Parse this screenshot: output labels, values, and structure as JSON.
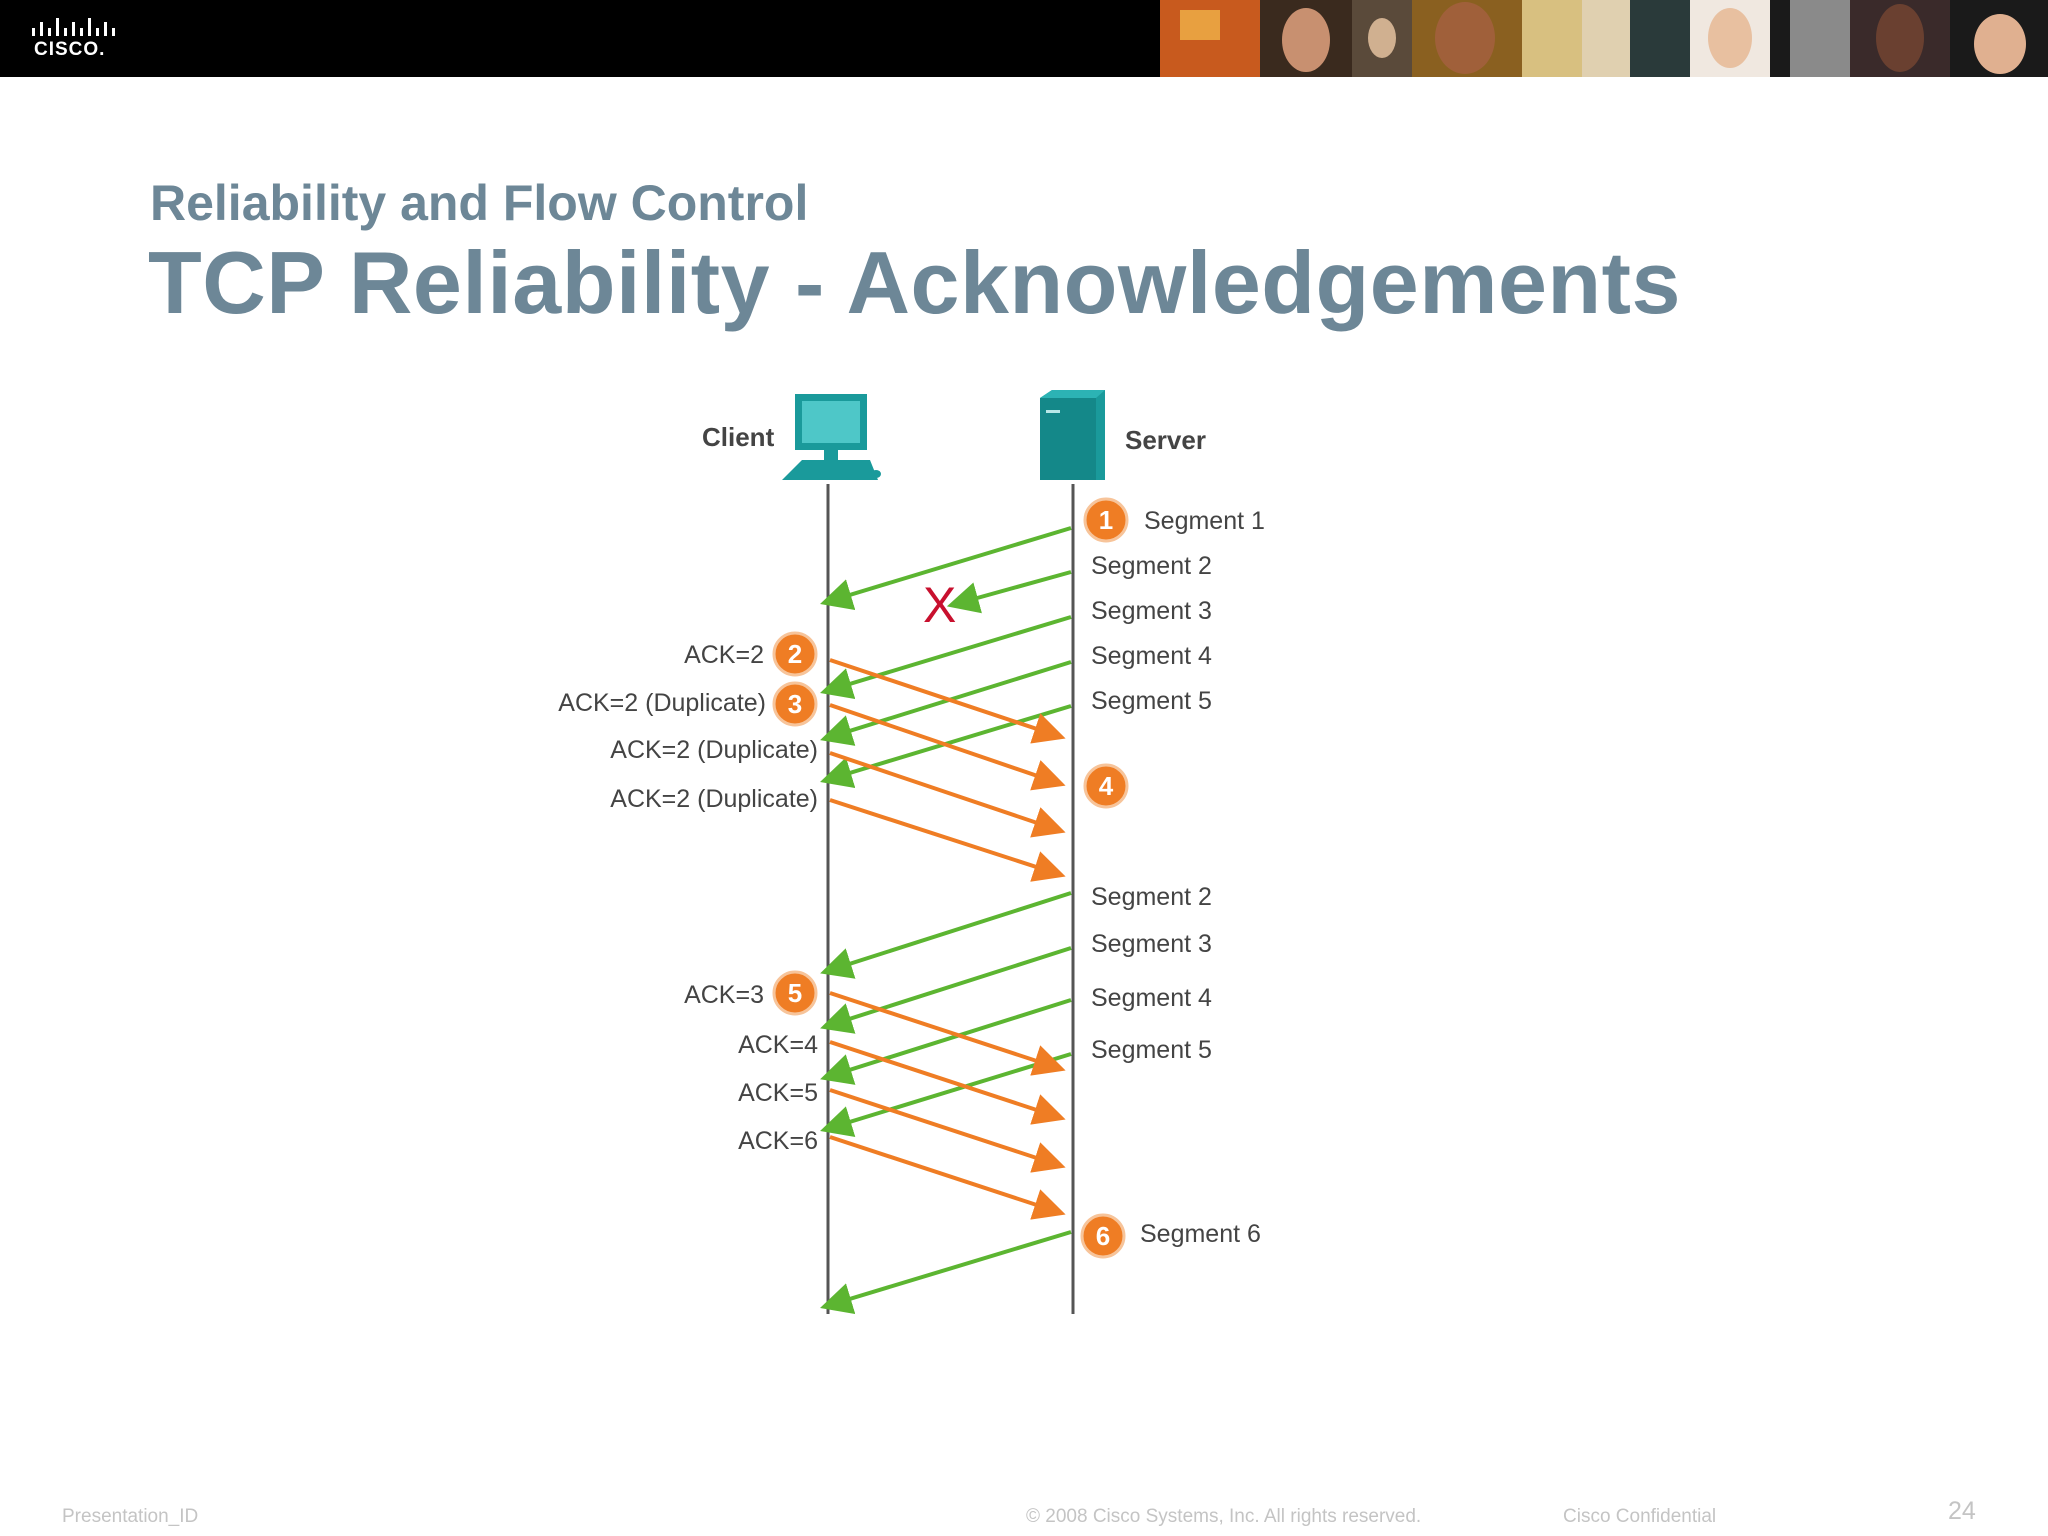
{
  "header": {
    "logo_text": "CISCO."
  },
  "slide": {
    "subtitle": "Reliability and Flow Control",
    "title": "TCP Reliability - Acknowledgements"
  },
  "diagram": {
    "client_label": "Client",
    "server_label": "Server",
    "server_labels": {
      "seg1": "Segment 1",
      "seg2a": "Segment 2",
      "seg3a": "Segment 3",
      "seg4a": "Segment 4",
      "seg5a": "Segment 5",
      "seg2b": "Segment 2",
      "seg3b": "Segment 3",
      "seg4b": "Segment 4",
      "seg5b": "Segment 5",
      "seg6": "Segment 6"
    },
    "client_labels": {
      "ack2": "ACK=2",
      "ack2dup1": "ACK=2 (Duplicate)",
      "ack2dup2": "ACK=2 (Duplicate)",
      "ack2dup3": "ACK=2 (Duplicate)",
      "ack3": "ACK=3",
      "ack4": "ACK=4",
      "ack5": "ACK=5",
      "ack6": "ACK=6"
    },
    "steps": {
      "s1": "1",
      "s2": "2",
      "s3": "3",
      "s4": "4",
      "s5": "5",
      "s6": "6"
    },
    "loss_mark": "X",
    "colors": {
      "segment_arrow": "#5cb531",
      "ack_arrow": "#ef7d24",
      "badge": "#ef7d24",
      "loss": "#c8102e",
      "device": "#1a9a9b",
      "timeline": "#555555"
    }
  },
  "footer": {
    "presentation_id": "Presentation_ID",
    "copyright": "© 2008 Cisco Systems, Inc. All rights reserved.",
    "confidential": "Cisco Confidential",
    "page_number": "24"
  }
}
